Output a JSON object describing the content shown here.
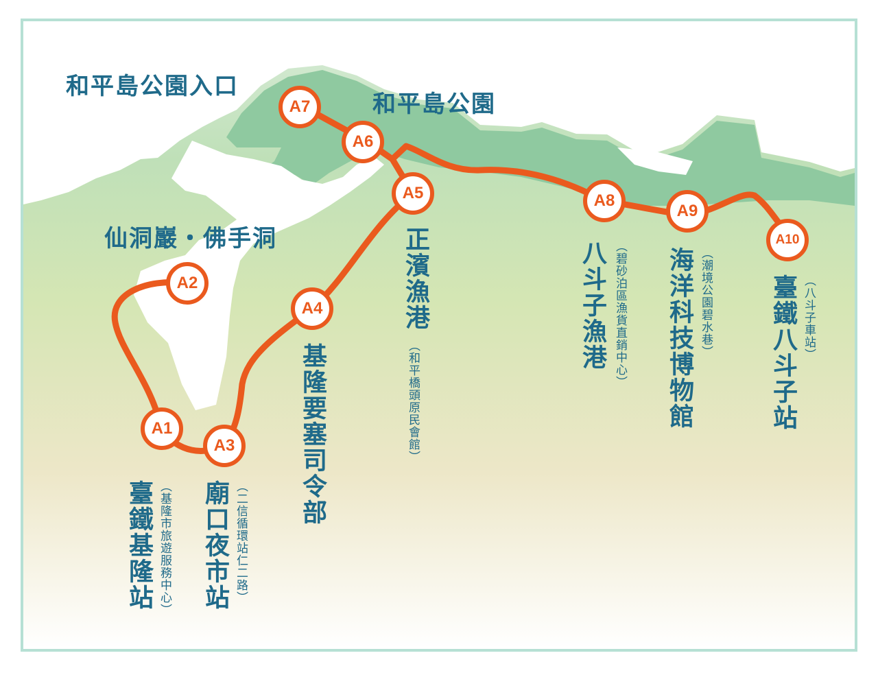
{
  "colors": {
    "route": "#ea5a1e",
    "text": "#1f6a8a",
    "land": "#8fc9a0",
    "frame": "#b6e0d4"
  },
  "places": {
    "park_entrance": "和平島公園入口",
    "park": "和平島公園",
    "cave": "仙洞巖・佛手洞"
  },
  "stops": [
    {
      "id": "A1",
      "name": "臺鐵基隆站",
      "sub": "（基隆市旅遊服務中心）"
    },
    {
      "id": "A2",
      "name": "",
      "sub": ""
    },
    {
      "id": "A3",
      "name": "廟口夜市站",
      "sub": "（二信循環站仁二路）"
    },
    {
      "id": "A4",
      "name": "基隆要塞司令部",
      "sub": ""
    },
    {
      "id": "A5",
      "name": "正濱漁港",
      "sub": "（和平橋頭原民會館）"
    },
    {
      "id": "A6",
      "name": "",
      "sub": ""
    },
    {
      "id": "A7",
      "name": "",
      "sub": ""
    },
    {
      "id": "A8",
      "name": "八斗子漁港",
      "sub": "（碧砂泊區漁貨直銷中心）"
    },
    {
      "id": "A9",
      "name": "海洋科技博物館",
      "sub": "（潮境公園碧水巷）"
    },
    {
      "id": "A10",
      "name": "臺鐵八斗子站",
      "sub": "（八斗子車站）"
    }
  ]
}
